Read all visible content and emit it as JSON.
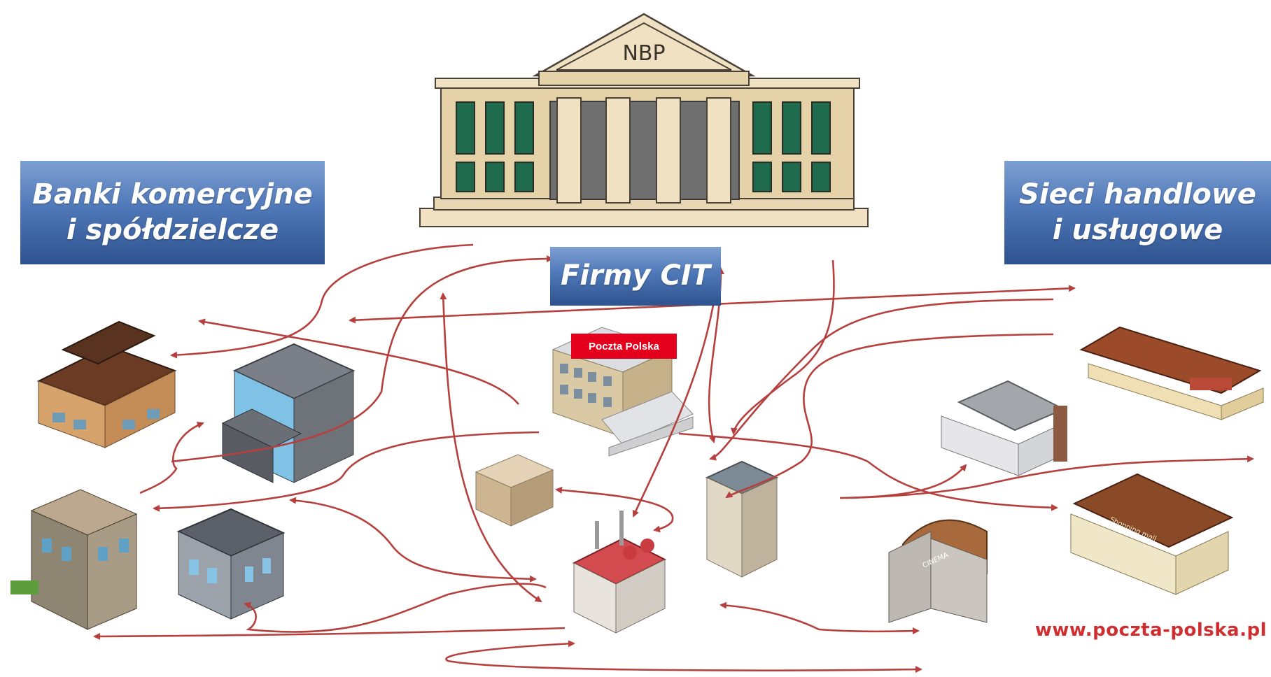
{
  "labels": {
    "banki_line1": "Banki komercyjne",
    "banki_line2": "i spółdzielcze",
    "sieci_line1": "Sieci handlowe",
    "sieci_line2": "i usługowe",
    "firmy": "Firmy CIT"
  },
  "nbp_sign": "NBP",
  "poczta_badge": "Poczta Polska",
  "website": "www.poczta-polska.pl",
  "colors": {
    "arrow": "#b5403d",
    "box_top": "#7e9fd2",
    "box_bottom": "#2e528f",
    "poczta_red": "#e4001c",
    "website_red": "#cf2f30"
  },
  "building_labels": {
    "cinema": "CINEMA",
    "mall": "Shopping mall"
  }
}
